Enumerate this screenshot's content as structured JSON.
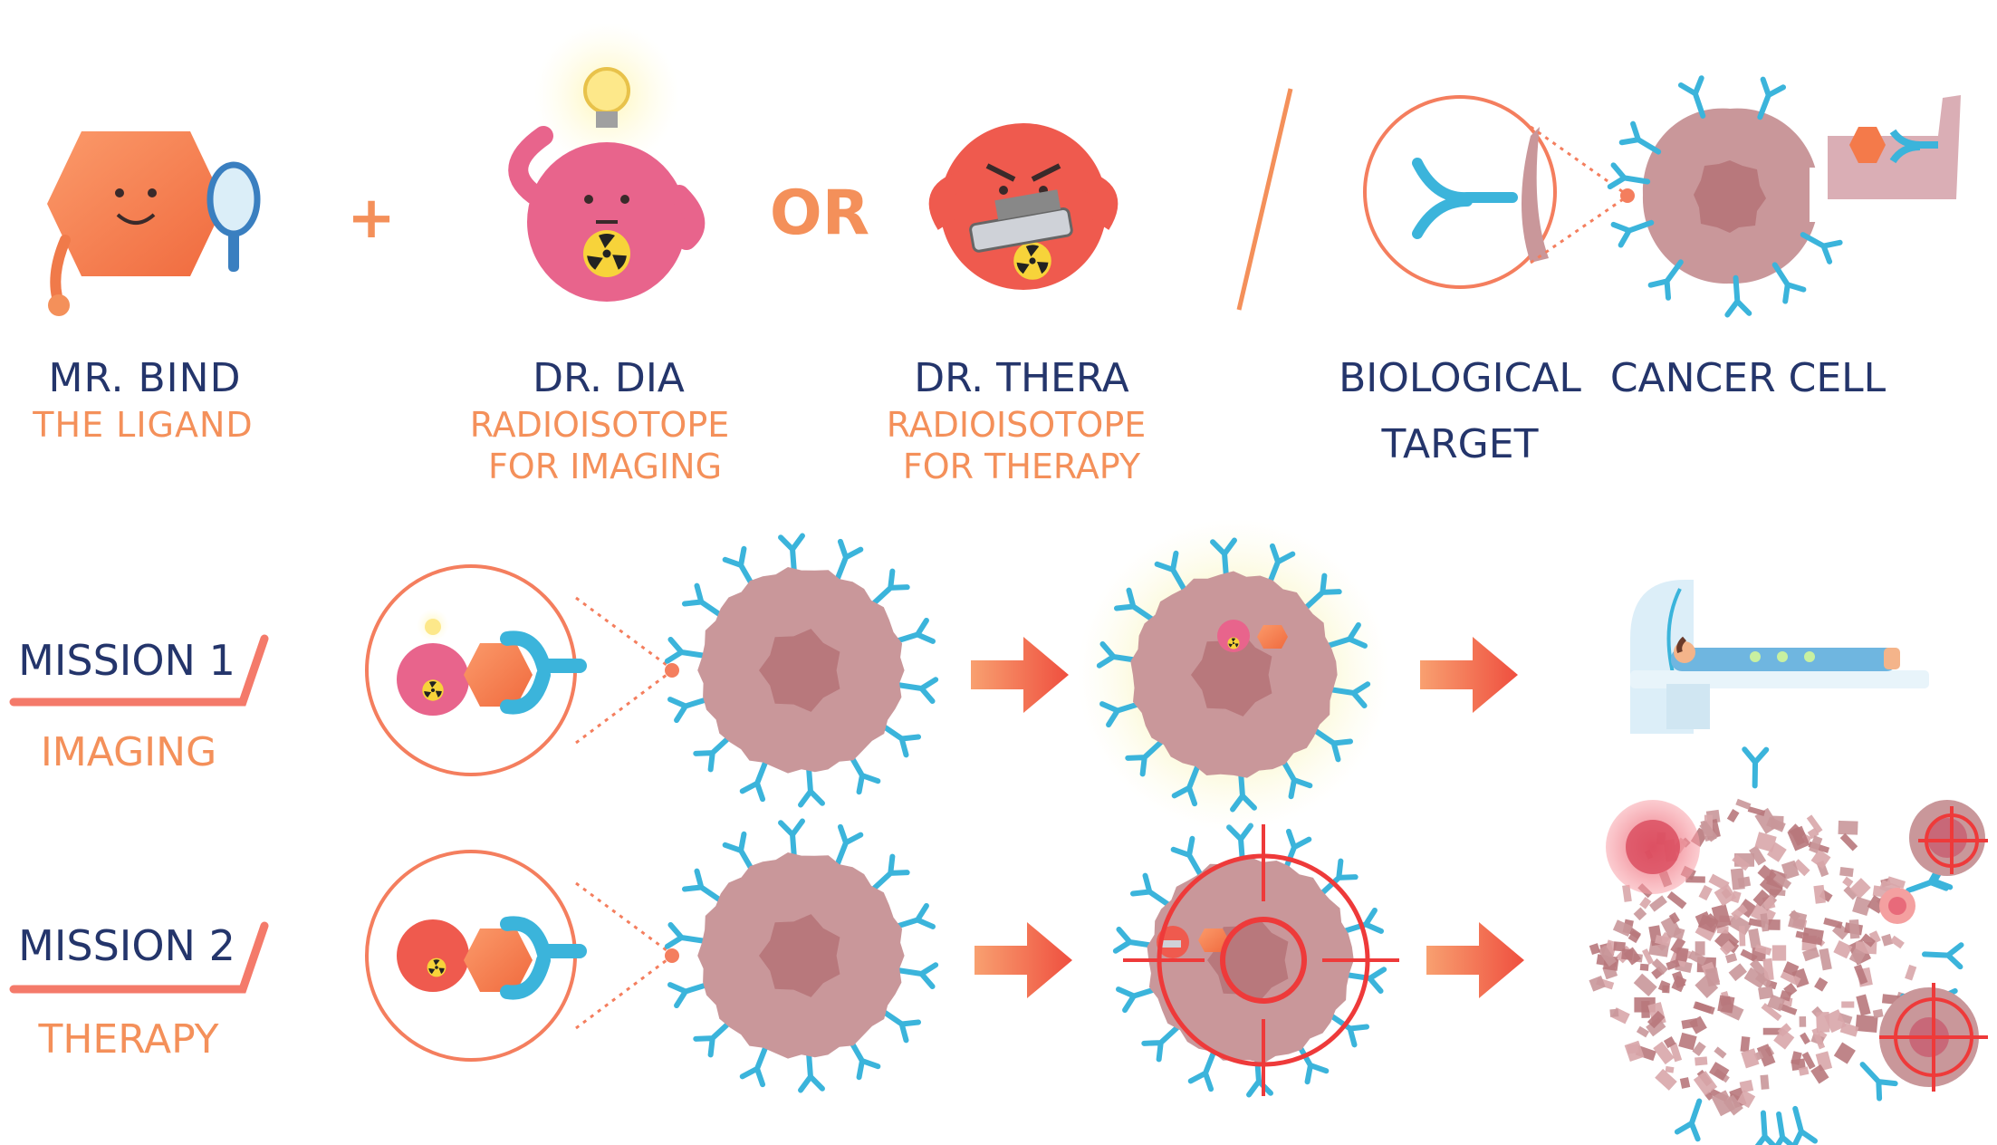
{
  "legend": {
    "ligand": {
      "name": "MR. BIND",
      "role": "THE LIGAND"
    },
    "plus": "+",
    "imaging_isotope": {
      "name": "DR. DIA",
      "role_line1": "RADIOISOTOPE",
      "role_line2": "FOR IMAGING"
    },
    "or": "OR",
    "therapy_isotope": {
      "name": "DR. THERA",
      "role_line1": "RADIOISOTOPE",
      "role_line2": "FOR THERAPY"
    },
    "target": {
      "line1": "BIOLOGICAL",
      "line2": "TARGET"
    },
    "cell": {
      "name": "CANCER CELL"
    }
  },
  "missions": [
    {
      "title": "MISSION 1",
      "subtitle": "IMAGING"
    },
    {
      "title": "MISSION 2",
      "subtitle": "THERAPY"
    }
  ],
  "colors": {
    "navy": "#24356b",
    "orange": "#f4905a",
    "cell_body": "#c9979a",
    "cell_nucleus": "#b8787c",
    "receptor": "#3bb4db",
    "ligand": "#f47a4a",
    "dia": "#e8648c",
    "thera": "#ef5a4e",
    "target_ring": "#ee3a3a",
    "arrow": "#f46a4a"
  }
}
